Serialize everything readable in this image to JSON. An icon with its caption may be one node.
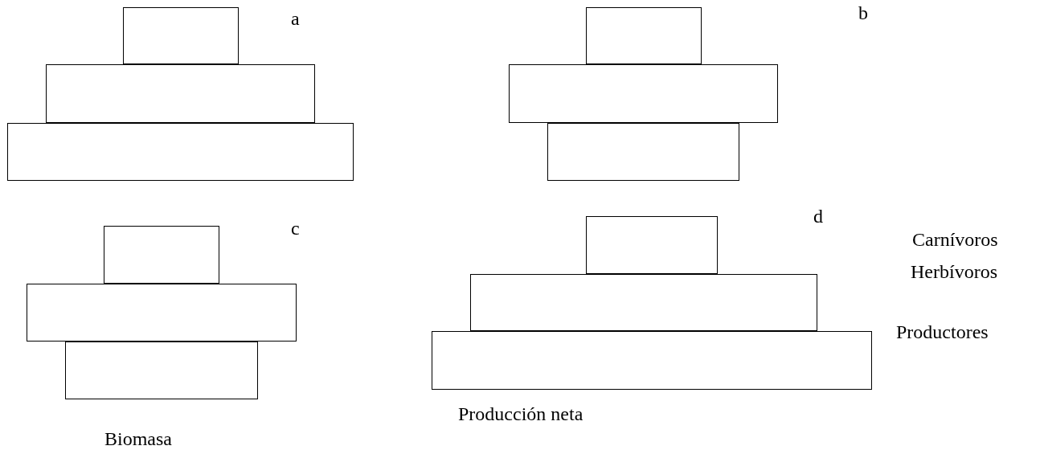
{
  "diagram": {
    "nodes": [
      {
        "text": [],
        "shape": "box"
      },
      {
        "text": [],
        "shape": "box"
      },
      {
        "text": [],
        "shape": "box"
      },
      {
        "text": [],
        "shape": "box"
      },
      {
        "text": [],
        "shape": "box"
      },
      {
        "text": [],
        "shape": "box"
      },
      {
        "text": [],
        "shape": "box"
      },
      {
        "text": [],
        "shape": "box"
      },
      {
        "text": [],
        "shape": "box"
      },
      {
        "text": [],
        "shape": "box"
      },
      {
        "text": [],
        "shape": "box"
      },
      {
        "text": [],
        "shape": "box"
      }
    ],
    "edges": [],
    "labels": [
      "a",
      "b",
      "c",
      "d",
      "Carnívoros",
      "Herbívoros",
      "Productores",
      "Producción neta",
      "Biomasa"
    ]
  }
}
